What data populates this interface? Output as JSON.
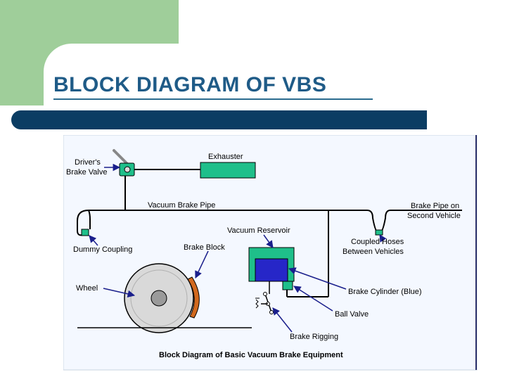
{
  "slide": {
    "title": "BLOCK DIAGRAM OF VBS"
  },
  "diagram": {
    "caption": "Block Diagram of Basic Vacuum Brake Equipment",
    "labels": {
      "drivers_brake_valve_line1": "Driver's",
      "drivers_brake_valve_line2": "Brake Valve",
      "exhauster": "Exhauster",
      "vacuum_brake_pipe": "Vacuum Brake Pipe",
      "brake_pipe_second_line1": "Brake Pipe on",
      "brake_pipe_second_line2": "Second Vehicle",
      "vacuum_reservoir": "Vacuum Reservoir",
      "dummy_coupling": "Dummy Coupling",
      "brake_block": "Brake Block",
      "coupled_hoses_line1": "Coupled Hoses",
      "coupled_hoses_line2": "Between Vehicles",
      "wheel": "Wheel",
      "brake_cylinder": "Brake Cylinder (Blue)",
      "ball_valve": "Ball Valve",
      "brake_rigging": "Brake Rigging"
    },
    "colors": {
      "component_green": "#1fbf8a",
      "cylinder_blue": "#2626c8",
      "arrow": "#1a1f8c",
      "brake_block": "#d2691e",
      "panel_bg": "#f4f8ff"
    }
  }
}
